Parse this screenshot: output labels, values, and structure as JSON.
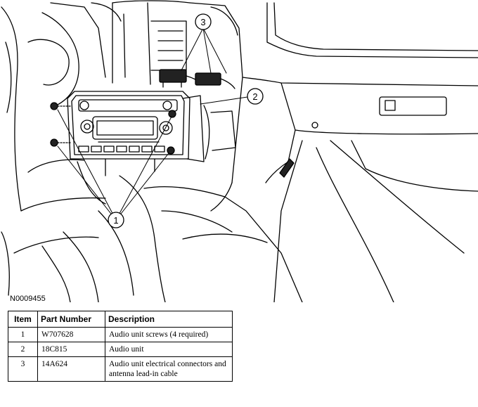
{
  "figure": {
    "id": "N0009455",
    "callouts": [
      {
        "number": "1"
      },
      {
        "number": "2"
      },
      {
        "number": "3"
      }
    ]
  },
  "legend": {
    "headers": {
      "item": "Item",
      "part_number": "Part Number",
      "description": "Description"
    },
    "rows": [
      {
        "item": "1",
        "part_number": "W707628",
        "description": "Audio unit screws (4 required)"
      },
      {
        "item": "2",
        "part_number": "18C815",
        "description": "Audio unit"
      },
      {
        "item": "3",
        "part_number": "14A624",
        "description": "Audio unit electrical connectors and antenna lead-in cable"
      }
    ]
  }
}
